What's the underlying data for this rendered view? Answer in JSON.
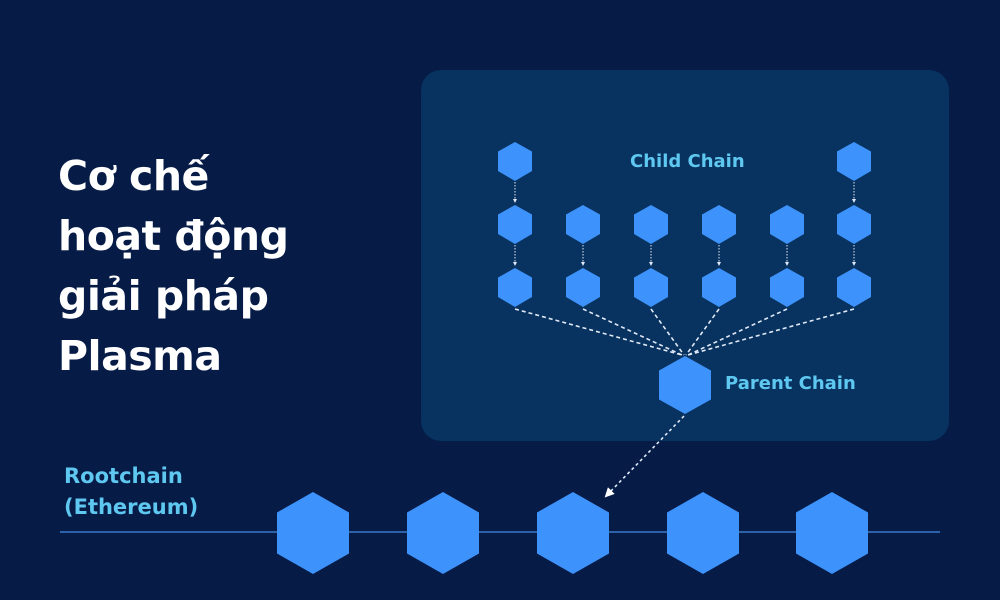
{
  "title": {
    "lines": [
      "Cơ chế",
      "hoạt động",
      "giải pháp",
      "Plasma"
    ]
  },
  "labels": {
    "child_chain": "Child Chain",
    "parent_chain": "Parent Chain",
    "rootchain_line1": "Rootchain",
    "rootchain_line2": "(Ethereum)"
  },
  "colors": {
    "background": "#061c47",
    "panel": "#08325f",
    "hexagon": "#3d93fb",
    "label_accent": "#5ec8f0",
    "title_text": "#ffffff",
    "root_line": "#3a78c8",
    "connector": "#dfe9f7"
  },
  "diagram": {
    "child_chain_columns": 6,
    "child_chain_rows": 3,
    "child_blocks_row1_columns": [
      1,
      6
    ],
    "parent_blocks": 1,
    "root_blocks": 5,
    "icon": "hexagon-block-icon"
  }
}
